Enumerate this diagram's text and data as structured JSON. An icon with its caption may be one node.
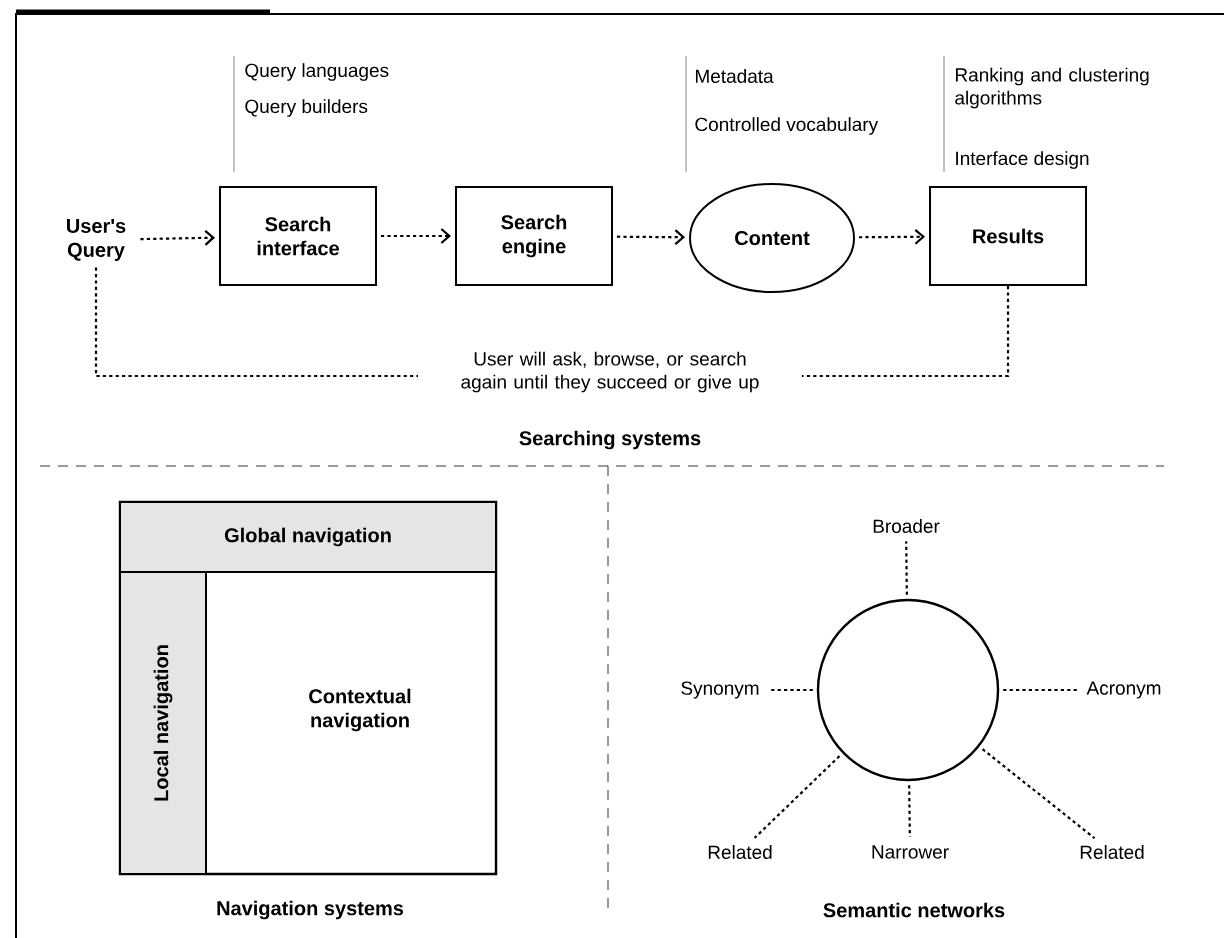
{
  "diagram": {
    "nodes": [
      {
        "text": [
          "User's Query"
        ]
      },
      {
        "text": [
          "Search interface"
        ],
        "beside": [
          "Query languages",
          "Query builders"
        ]
      },
      {
        "text": [
          "Search engine"
        ]
      },
      {
        "text": [
          "Content"
        ],
        "beside": [
          "Metadata",
          "Controlled vocabulary"
        ]
      },
      {
        "text": [
          "Results"
        ],
        "beside": [
          "Ranking and clustering algorithms",
          "Interface design"
        ]
      },
      {
        "text": [],
        "shape": "box"
      },
      {
        "text": [
          "Global navigation"
        ],
        "in": 5
      },
      {
        "text": [
          "Local navigation"
        ],
        "in": 5
      },
      {
        "text": [
          "Contextual navigation"
        ],
        "in": 5
      },
      {
        "text": [],
        "shape": "circle"
      },
      {
        "text": [
          "Broader"
        ]
      },
      {
        "text": [
          "Synonym"
        ]
      },
      {
        "text": [
          "Acronym"
        ]
      },
      {
        "text": [
          "Related"
        ]
      },
      {
        "text": [
          "Narrower"
        ]
      },
      {
        "text": [
          "Related"
        ]
      }
    ],
    "edges": [
      {
        "from": 0,
        "to": 1,
        "arrow": "to",
        "style": "dashed"
      },
      {
        "from": 1,
        "to": 2,
        "arrow": "to",
        "style": "dashed"
      },
      {
        "from": 2,
        "to": 3,
        "arrow": "to",
        "style": "dashed"
      },
      {
        "from": 3,
        "to": 4,
        "arrow": "to",
        "style": "dashed"
      },
      {
        "from": 4,
        "to": 0,
        "arrow": "none",
        "style": "dashed",
        "label": "User will ask, browse, or search again until they succeed or give up"
      },
      {
        "from": 9,
        "to": 10,
        "arrow": "none",
        "style": "dashed"
      },
      {
        "from": 9,
        "to": 11,
        "arrow": "none",
        "style": "dashed"
      },
      {
        "from": 9,
        "to": 12,
        "arrow": "none",
        "style": "dashed"
      },
      {
        "from": 9,
        "to": 13,
        "arrow": "none",
        "style": "dashed"
      },
      {
        "from": 9,
        "to": 14,
        "arrow": "none",
        "style": "dashed"
      },
      {
        "from": 9,
        "to": 15,
        "arrow": "none",
        "style": "dashed"
      }
    ],
    "labels": [
      "Searching systems",
      "Navigation systems",
      "Semantic networks"
    ]
  }
}
